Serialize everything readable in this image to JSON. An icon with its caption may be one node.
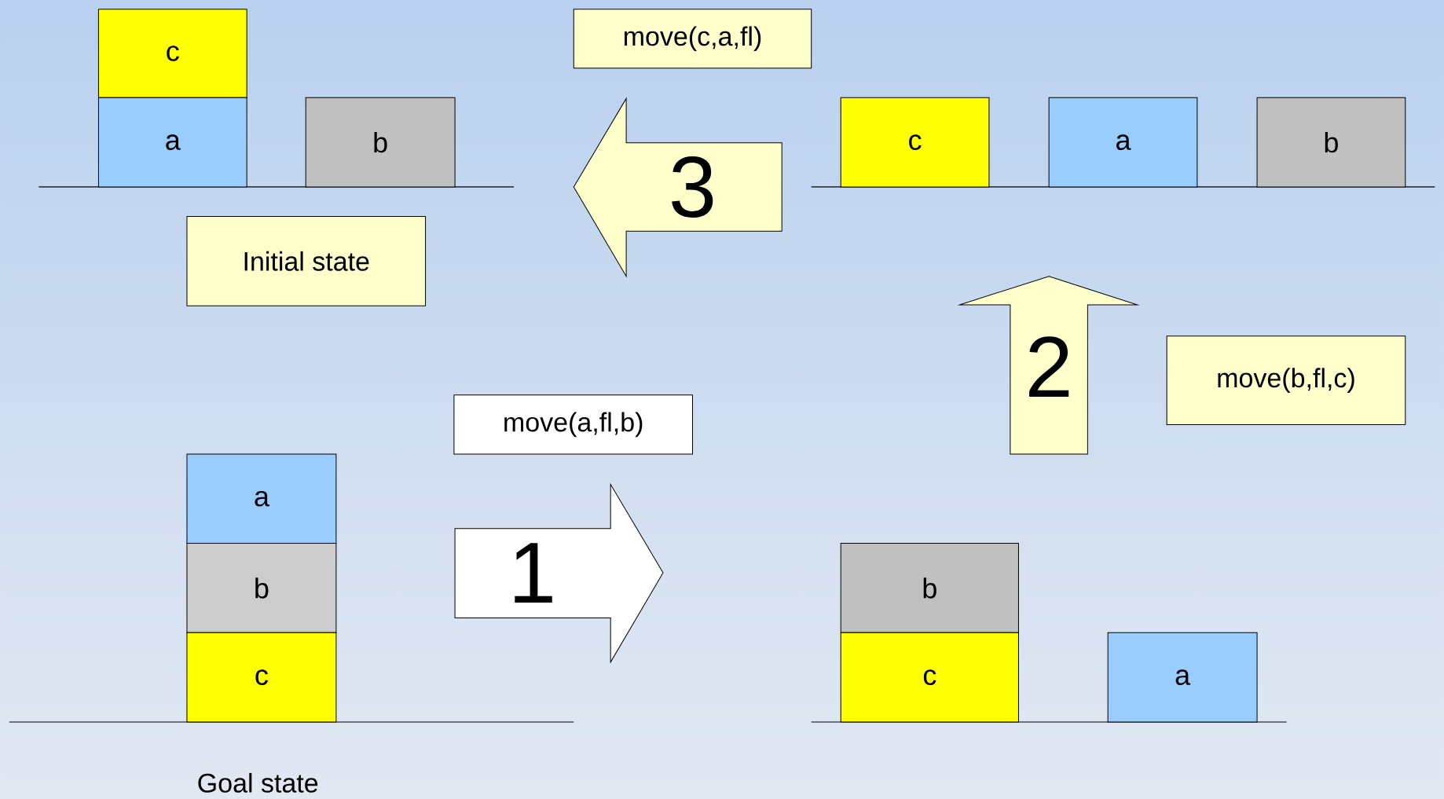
{
  "diagram": {
    "nodes": [
      {
        "text": [
          "c"
        ]
      },
      {
        "text": [
          "a"
        ]
      },
      {
        "text": [
          "b"
        ]
      },
      {
        "text": [
          "move(c,a,fl)"
        ]
      },
      {
        "text": [
          "3"
        ]
      },
      {
        "text": [
          "c"
        ]
      },
      {
        "text": [
          "a"
        ]
      },
      {
        "text": [
          "b"
        ]
      },
      {
        "text": [
          "Initial state"
        ]
      },
      {
        "text": [
          "2"
        ]
      },
      {
        "text": [
          "move(b,fl,c)"
        ]
      },
      {
        "text": [
          "move(a,fl,b)"
        ]
      },
      {
        "text": [
          "a"
        ]
      },
      {
        "text": [
          "b"
        ]
      },
      {
        "text": [
          "c"
        ]
      },
      {
        "text": [
          "1"
        ]
      },
      {
        "text": [
          "b"
        ]
      },
      {
        "text": [
          "c"
        ]
      },
      {
        "text": [
          "a"
        ]
      }
    ],
    "labels": [
      "Goal state"
    ]
  }
}
